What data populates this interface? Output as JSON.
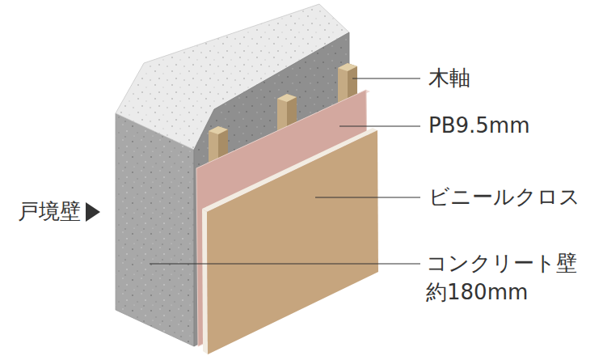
{
  "diagram": {
    "labels": [
      "木軸",
      "PB9.5mm",
      "ビニールクロス",
      "コンクリート壁 約180mm",
      "戸境壁"
    ]
  }
}
